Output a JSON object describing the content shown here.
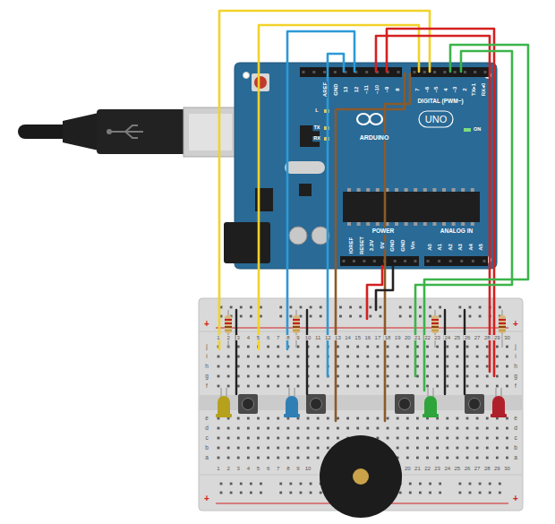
{
  "diagram": {
    "labels": [
      "AREF",
      "GND",
      "13",
      "12",
      "~11",
      "~10",
      "~9",
      "8",
      "7",
      "~6",
      "~5",
      "4",
      "~3",
      "2",
      "TX▸1",
      "RX◂0",
      "DIGITAL (PWM~)",
      "UNO",
      "ARDUINO",
      "L",
      "TX",
      "RX",
      "ON",
      "IOREF",
      "RESET",
      "3.3V",
      "5V",
      "GND",
      "GND",
      "Vin",
      "POWER",
      "ANALOG IN",
      "A0",
      "A1",
      "A2",
      "A3",
      "A4",
      "A5",
      "1",
      "2",
      "3",
      "4",
      "5",
      "6",
      "7",
      "8",
      "9",
      "10",
      "11",
      "12",
      "13",
      "14",
      "15",
      "16",
      "17",
      "18",
      "19",
      "20",
      "21",
      "22",
      "23",
      "24",
      "25",
      "26",
      "27",
      "28",
      "29",
      "30",
      "j",
      "i",
      "h",
      "g",
      "f",
      "e",
      "d",
      "c",
      "b",
      "a",
      "j",
      "i",
      "h",
      "g",
      "f",
      "e",
      "d",
      "c",
      "b",
      "a",
      "1",
      "2",
      "3",
      "4",
      "5",
      "6",
      "7",
      "8",
      "9",
      "10",
      "20",
      "21",
      "22",
      "23",
      "24",
      "25",
      "26",
      "27",
      "28",
      "29",
      "30",
      "+",
      "+",
      "+",
      "+"
    ]
  }
}
